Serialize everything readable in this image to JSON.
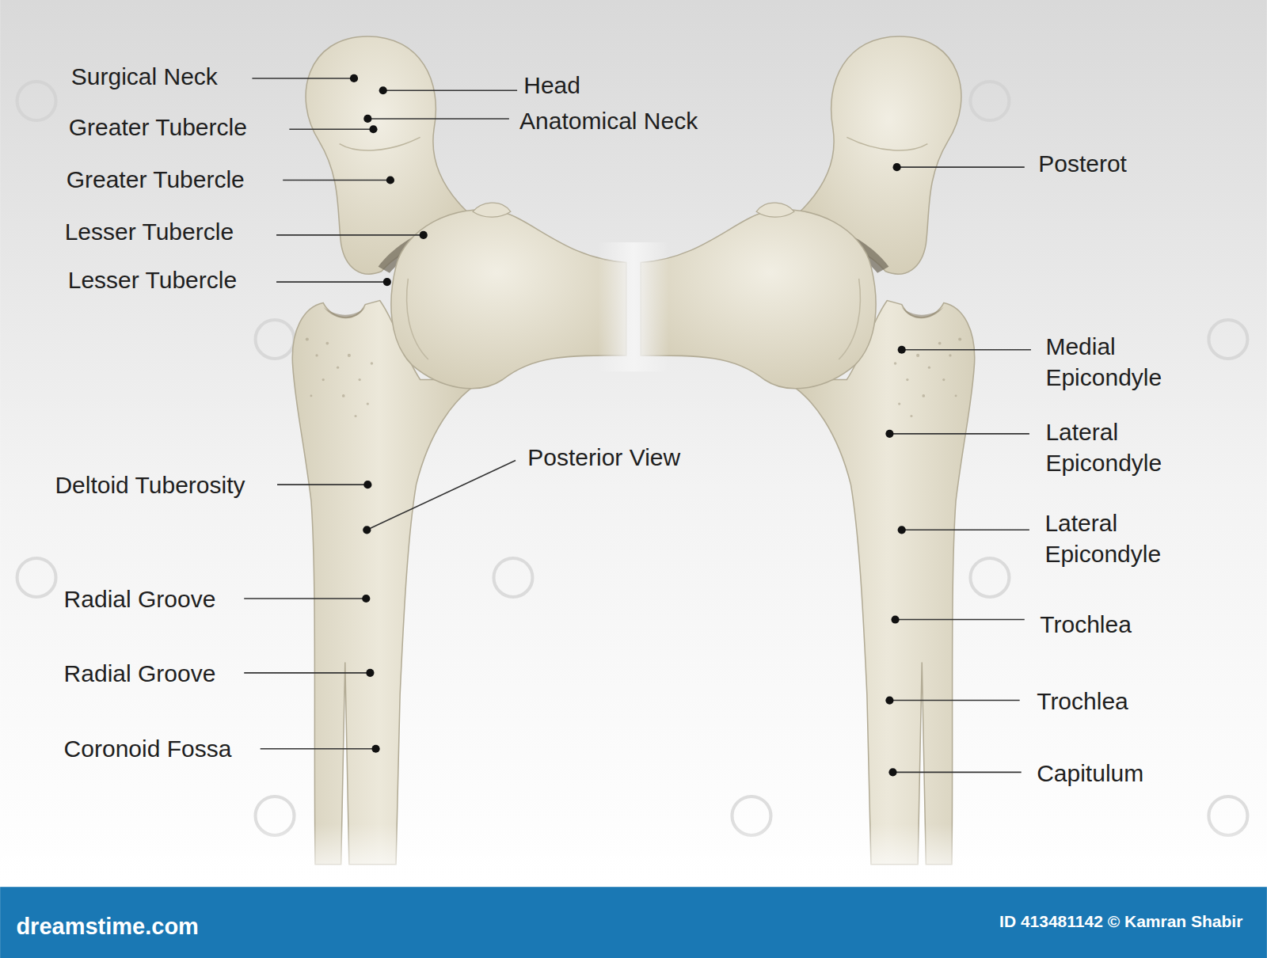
{
  "diagram": {
    "labels": [
      "Surgical Neck",
      "Head",
      "Greater Tubercle",
      "Anatomical Neck",
      "Greater Tubercle",
      "Lesser Tubercle",
      "Lesser Tubercle",
      "Posterot",
      "Medial Epicondyle",
      "Lateral Epicondyle",
      "Posterior View",
      "Deltoid Tuberosity",
      "Lateral Epicondyle",
      "Radial Groove",
      "Trochlea",
      "Radial Groove",
      "Trochlea",
      "Coronoid Fossa",
      "Capitulum",
      "dreamstime.com",
      "ID 413481142 © Kamran Shabir"
    ]
  }
}
